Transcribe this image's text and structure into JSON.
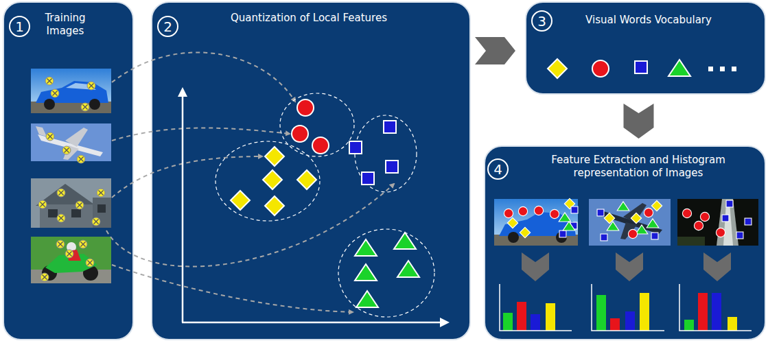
{
  "diagram": {
    "nodes": [
      {
        "text": [
          "Training Images"
        ]
      },
      {
        "text": [
          "1"
        ],
        "in": 0
      },
      {
        "text": [
          "Quantization of Local Features"
        ]
      },
      {
        "text": [
          "2"
        ],
        "in": 2
      },
      {
        "text": [
          "Visual Words Vocabulary"
        ]
      },
      {
        "text": [
          "3"
        ],
        "in": 4
      },
      {
        "text": [
          "Feature Extraction and Histogram representation of Images"
        ]
      },
      {
        "text": [
          "4"
        ],
        "in": 6
      }
    ],
    "edges": [
      {
        "from": 2,
        "to": 4,
        "arrow": "to"
      },
      {
        "from": 4,
        "to": 6,
        "arrow": "to"
      }
    ]
  }
}
